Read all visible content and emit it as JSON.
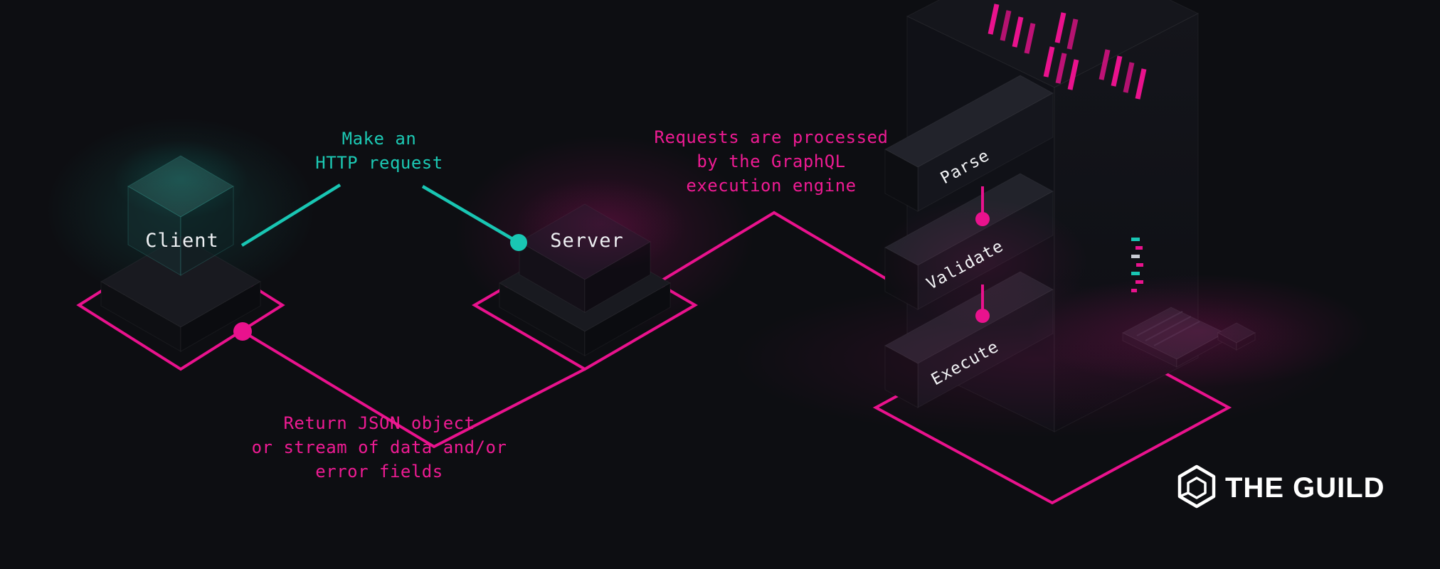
{
  "page": {
    "background": "#0d0e12"
  },
  "colors": {
    "teal": "#19c6b3",
    "pink": "#e9128d",
    "text": "#eef0f3"
  },
  "diagram": {
    "client": {
      "label": "Client"
    },
    "server": {
      "label": "Server"
    },
    "request_annotation": {
      "color": "#1cc9b4",
      "lines": [
        "Make an",
        "HTTP request"
      ]
    },
    "processing_annotation": {
      "color": "#ee1b93",
      "lines": [
        "Requests are processed",
        "by the GraphQL",
        "execution engine"
      ]
    },
    "response_annotation": {
      "color": "#ee1b93",
      "lines": [
        "Return JSON object",
        "or stream of data and/or",
        "error fields"
      ]
    },
    "engine_steps": [
      {
        "label": "Parse"
      },
      {
        "label": "Validate"
      },
      {
        "label": "Execute"
      }
    ]
  },
  "branding": {
    "logo_text": "THE GUILD"
  }
}
